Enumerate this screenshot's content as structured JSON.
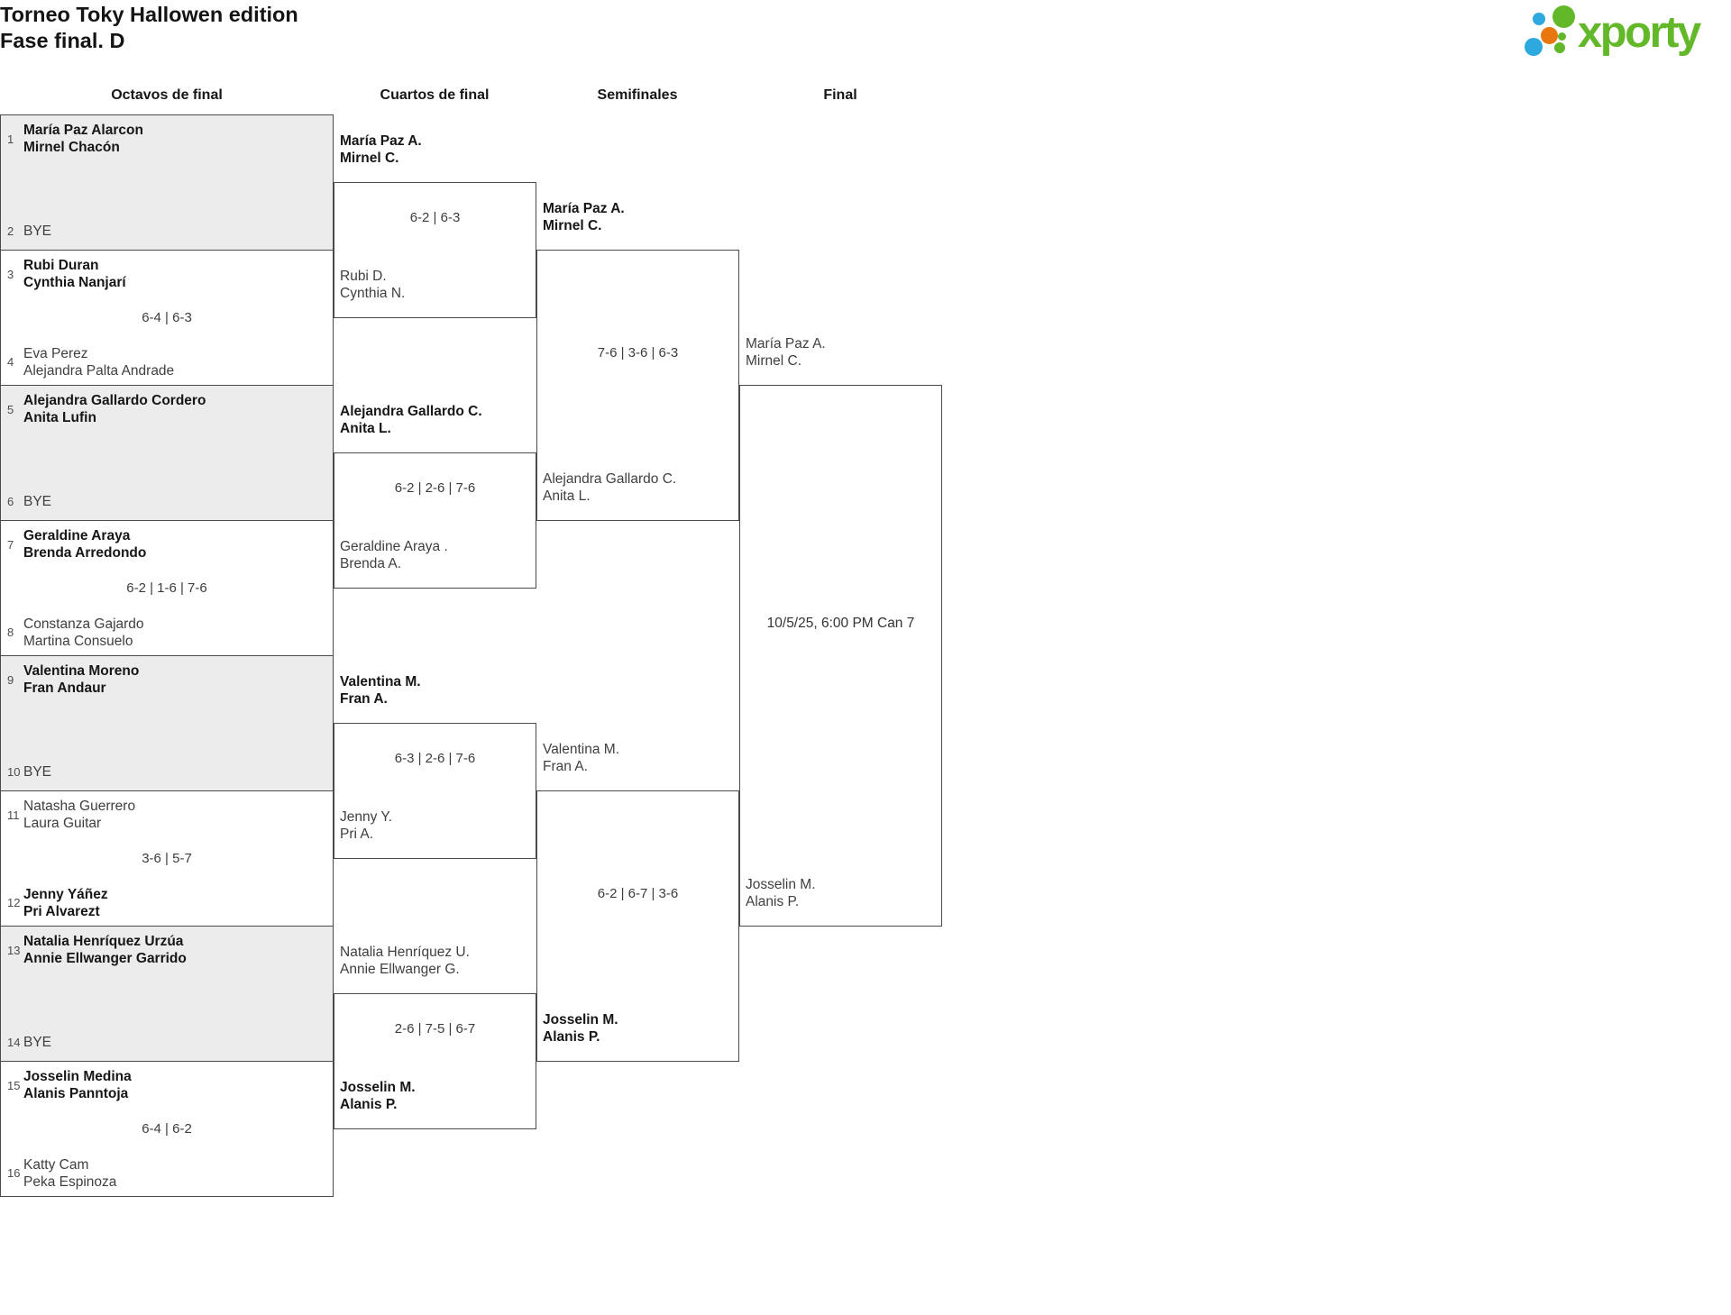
{
  "title": {
    "line1": "Torneo Toky Hallowen edition",
    "line2": "Fase final. D"
  },
  "logo": {
    "text": "xporty",
    "colors": {
      "green": "#63b82a",
      "blue": "#2ea9e0",
      "orange": "#e8770e"
    }
  },
  "colors": {
    "bye_match_background": "#ececec",
    "box_border": "#4a4a4a"
  },
  "round_headers": [
    "Octavos de final",
    "Cuartos de final",
    "Semifinales",
    "Final"
  ],
  "octavos": [
    {
      "seed_a": "1",
      "team_a1": "María Paz Alarcon",
      "team_a2": "Mirnel Chacón",
      "seed_b": "2",
      "team_b1": "BYE",
      "team_b2": "",
      "score": "",
      "winner": "a",
      "bye": true
    },
    {
      "seed_a": "3",
      "team_a1": "Rubi Duran",
      "team_a2": "Cynthia Nanjarí",
      "seed_b": "4",
      "team_b1": "Eva Perez",
      "team_b2": "Alejandra Palta Andrade",
      "score": "6-4 | 6-3",
      "winner": "a",
      "bye": false
    },
    {
      "seed_a": "5",
      "team_a1": "Alejandra Gallardo Cordero",
      "team_a2": "Anita Lufin",
      "seed_b": "6",
      "team_b1": "BYE",
      "team_b2": "",
      "score": "",
      "winner": "a",
      "bye": true
    },
    {
      "seed_a": "7",
      "team_a1": "Geraldine Araya",
      "team_a2": "Brenda Arredondo",
      "seed_b": "8",
      "team_b1": "Constanza Gajardo",
      "team_b2": "Martina Consuelo",
      "score": "6-2 | 1-6 | 7-6",
      "winner": "a",
      "bye": false
    },
    {
      "seed_a": "9",
      "team_a1": "Valentina Moreno",
      "team_a2": "Fran Andaur",
      "seed_b": "10",
      "team_b1": "BYE",
      "team_b2": "",
      "score": "",
      "winner": "a",
      "bye": true
    },
    {
      "seed_a": "11",
      "team_a1": "Natasha Guerrero",
      "team_a2": "Laura Guitar",
      "seed_b": "12",
      "team_b1": "Jenny Yáñez",
      "team_b2": "Pri Alvarezt",
      "score": "3-6 | 5-7",
      "winner": "b",
      "bye": false
    },
    {
      "seed_a": "13",
      "team_a1": "Natalia Henríquez Urzúa",
      "team_a2": "Annie Ellwanger Garrido",
      "seed_b": "14",
      "team_b1": "BYE",
      "team_b2": "",
      "score": "",
      "winner": "a",
      "bye": true
    },
    {
      "seed_a": "15",
      "team_a1": "Josselin Medina",
      "team_a2": "Alanis Panntoja",
      "seed_b": "16",
      "team_b1": "Katty Cam",
      "team_b2": "Peka Espinoza",
      "score": "6-4 | 6-2",
      "winner": "a",
      "bye": false
    }
  ],
  "cuartos": [
    {
      "team_a1": "María Paz A.",
      "team_a2": "Mirnel C.",
      "score": "6-2 | 6-3",
      "team_b1": "Rubi D.",
      "team_b2": "Cynthia N.",
      "winner": "a"
    },
    {
      "team_a1": "Alejandra Gallardo C.",
      "team_a2": "Anita L.",
      "score": "6-2 | 2-6 | 7-6",
      "team_b1": "Geraldine Araya .",
      "team_b2": "Brenda A.",
      "winner": "a"
    },
    {
      "team_a1": "Valentina M.",
      "team_a2": "Fran A.",
      "score": "6-3 | 2-6 | 7-6",
      "team_b1": "Jenny Y.",
      "team_b2": "Pri A.",
      "winner": "a"
    },
    {
      "team_a1": "Natalia Henríquez U.",
      "team_a2": "Annie Ellwanger G.",
      "score": "2-6 | 7-5 | 6-7",
      "team_b1": "Josselin M.",
      "team_b2": "Alanis P.",
      "winner": "b"
    }
  ],
  "semifinales": [
    {
      "team_a1": "María Paz A.",
      "team_a2": "Mirnel C.",
      "score": "7-6 | 3-6 | 6-3",
      "team_b1": "Alejandra Gallardo C.",
      "team_b2": "Anita L.",
      "winner": "a"
    },
    {
      "team_a1": "Valentina M.",
      "team_a2": "Fran A.",
      "score": "6-2 | 6-7 | 3-6",
      "team_b1": "Josselin M.",
      "team_b2": "Alanis P.",
      "winner": "b"
    }
  ],
  "final": {
    "team_a1": "María Paz A.",
    "team_a2": "Mirnel C.",
    "schedule": "10/5/25, 6:00 PM Can 7",
    "team_b1": "Josselin M.",
    "team_b2": "Alanis P."
  }
}
